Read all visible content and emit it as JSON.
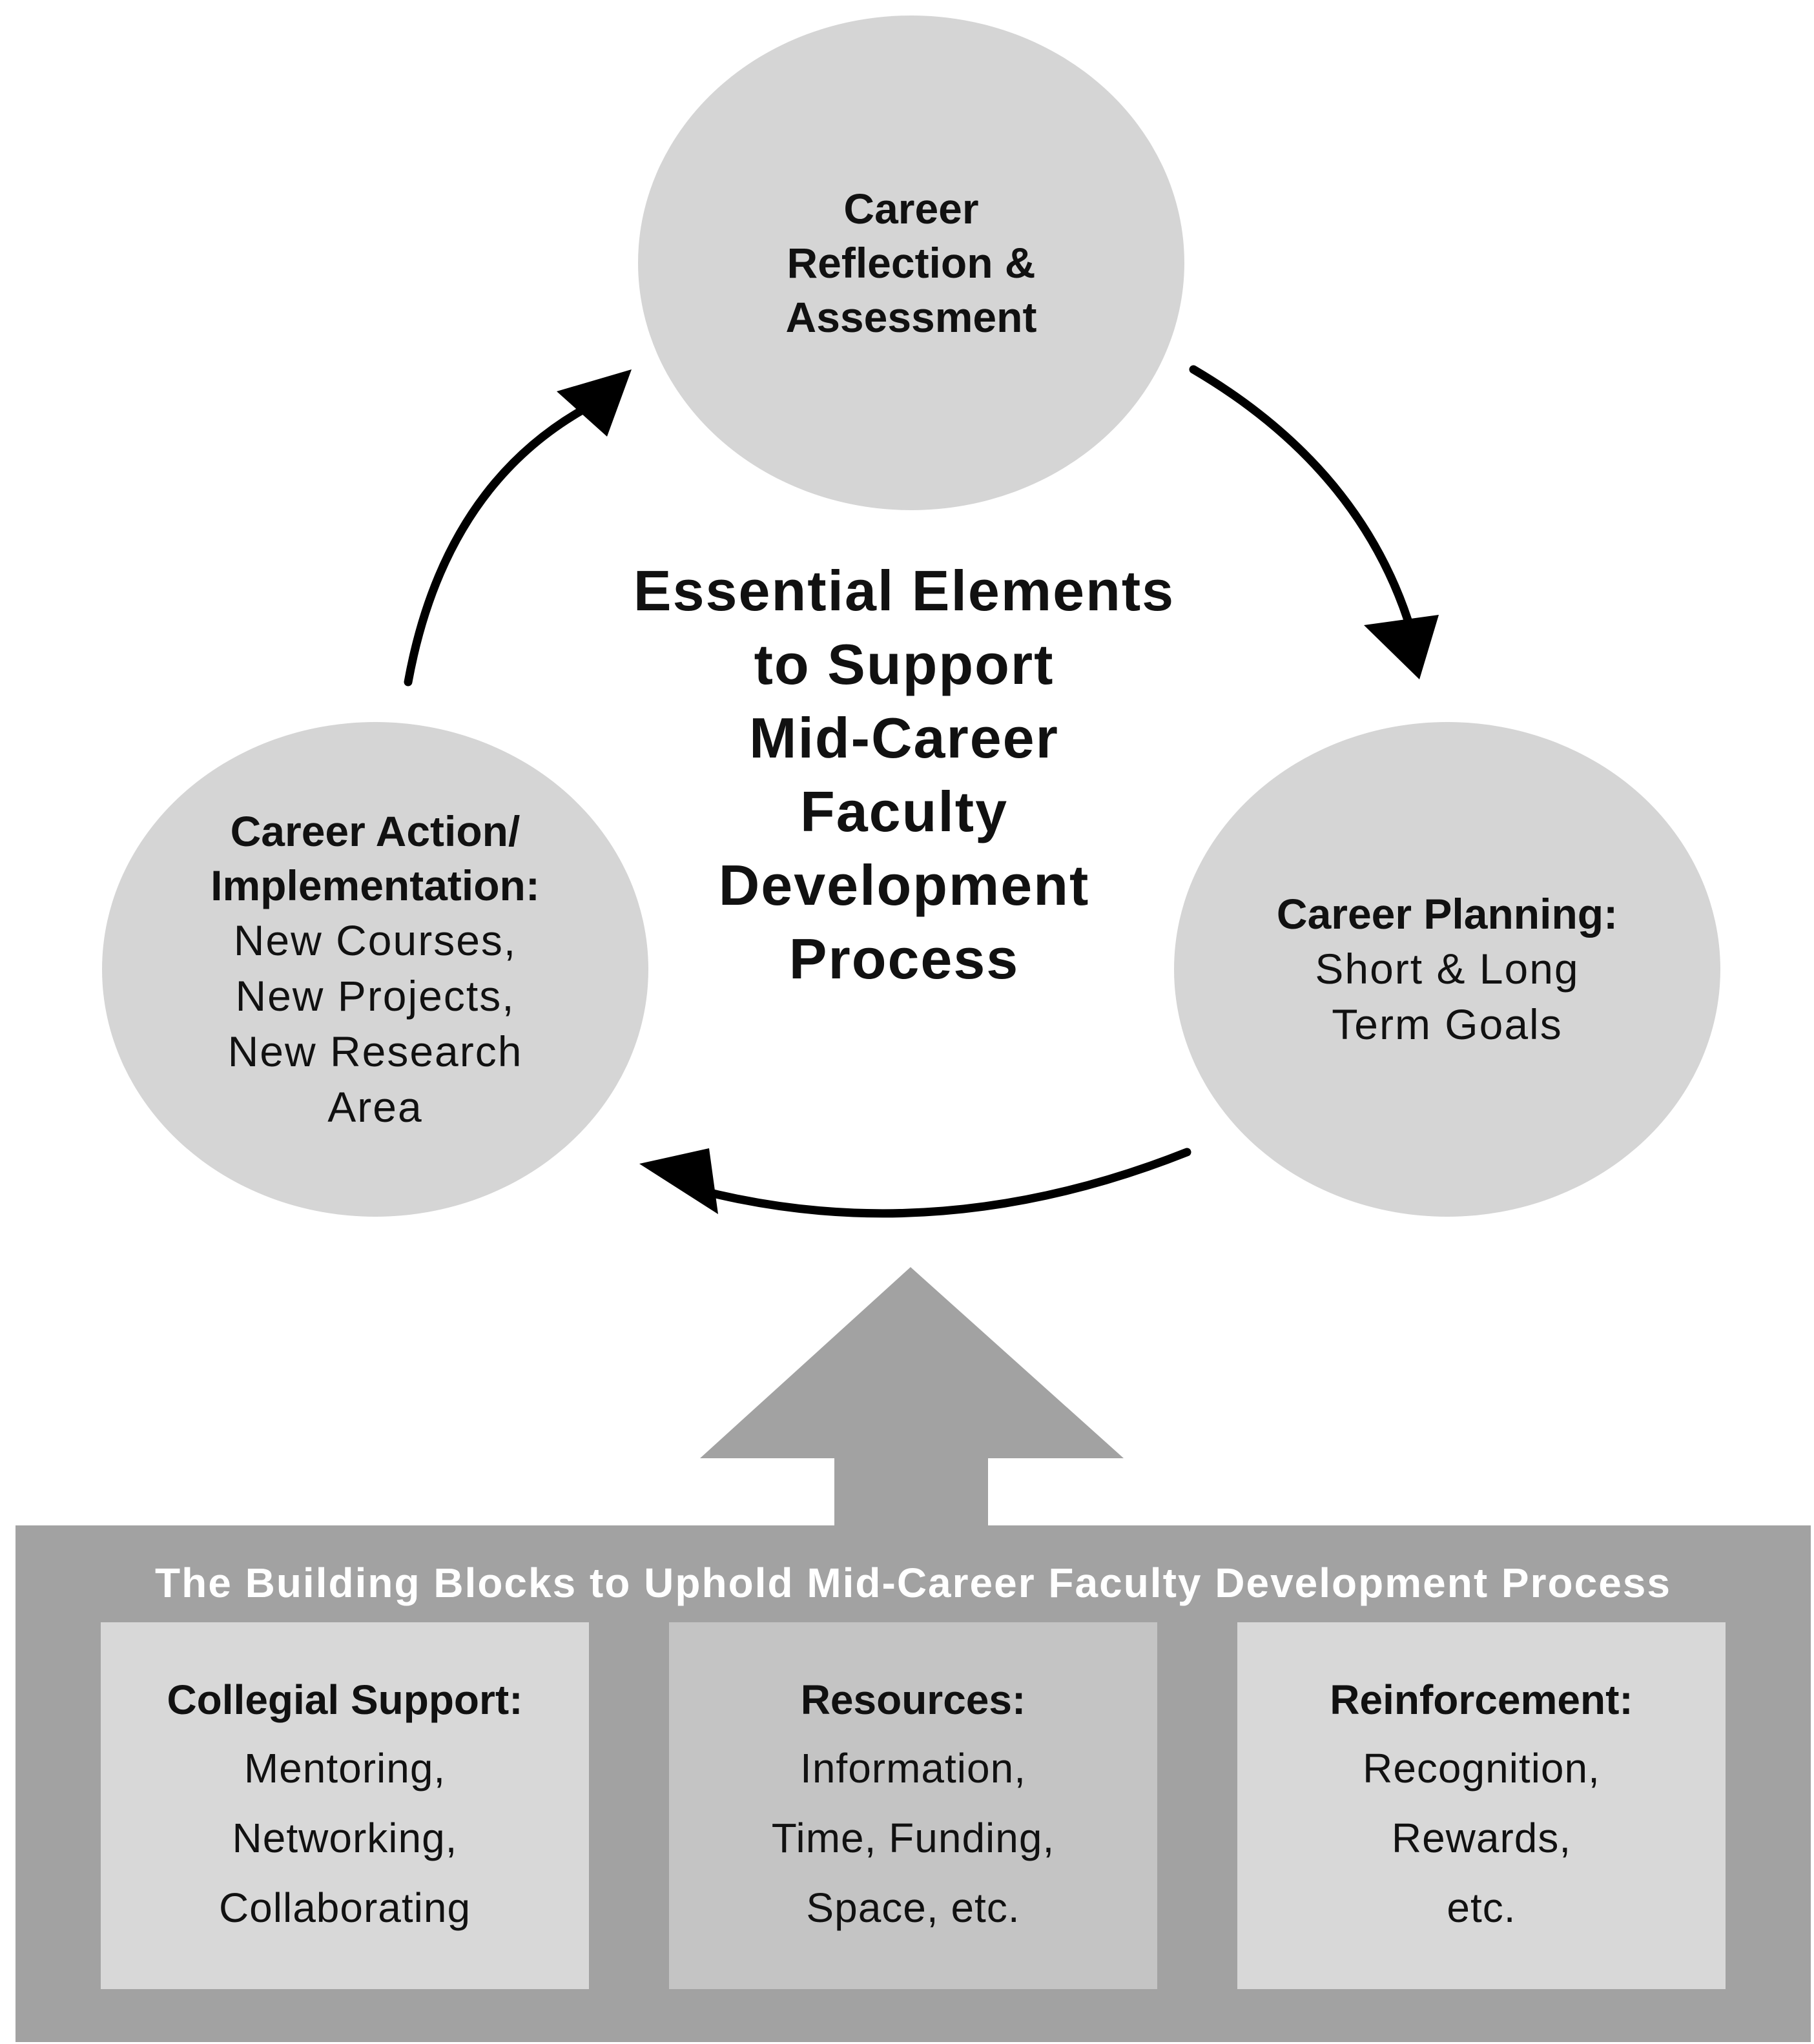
{
  "center_title": [
    "Essential Elements",
    "to Support",
    "Mid-Career",
    "Faculty",
    "Development",
    "Process"
  ],
  "cycle_nodes": {
    "top": {
      "title_lines": [
        "Career",
        "Reflection &",
        "Assessment"
      ],
      "body_lines": []
    },
    "right": {
      "title_lines": [
        "Career Planning:"
      ],
      "body_lines": [
        "Short & Long",
        "Term Goals"
      ]
    },
    "left": {
      "title_lines": [
        "Career Action/",
        "Implementation:"
      ],
      "body_lines": [
        "New Courses,",
        "New Projects,",
        "New Research",
        "Area"
      ]
    }
  },
  "building_blocks": {
    "title": "The Building Blocks to Uphold Mid-Career Faculty Development Process",
    "blocks": [
      {
        "title": "Collegial Support:",
        "lines": [
          "Mentoring,",
          "Networking,",
          "Collaborating"
        ]
      },
      {
        "title": "Resources:",
        "lines": [
          "Information,",
          "Time, Funding,",
          "Space, etc."
        ]
      },
      {
        "title": "Reinforcement:",
        "lines": [
          "Recognition,",
          "Rewards,",
          "etc."
        ]
      }
    ]
  },
  "colors": {
    "circle_fill": "#d5d5d5",
    "panel_fill": "#a2a2a2",
    "block_fill": "#d8d8d8",
    "block_mid_fill": "#c4c4c4",
    "up_arrow_fill": "#a2a2a2",
    "cycle_arrow": "#000000"
  }
}
